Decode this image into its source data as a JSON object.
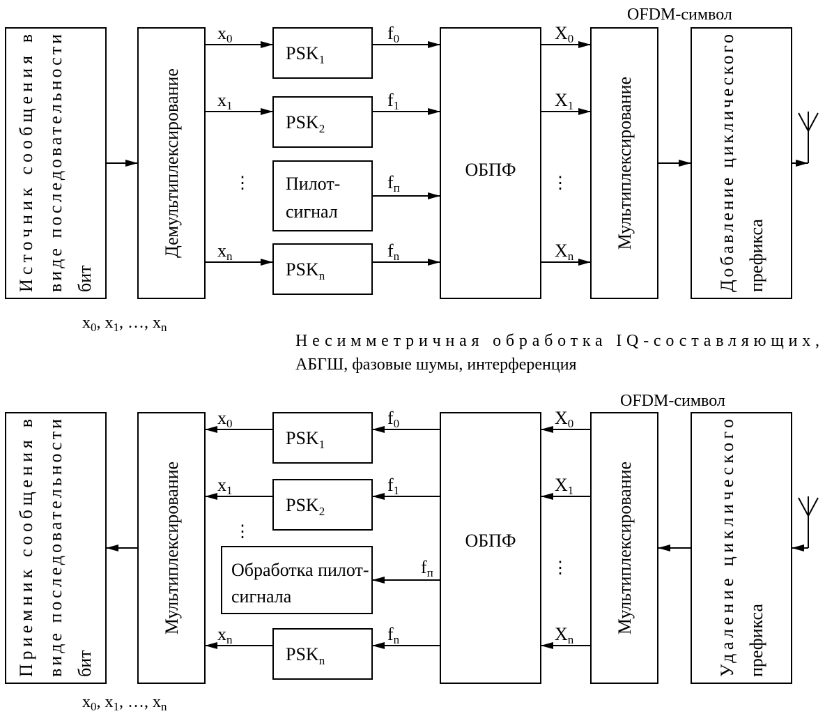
{
  "transmitter": {
    "source_lines": [
      "Источник сообщения в",
      "виде последовательности",
      "бит"
    ],
    "demux": "Демультиплексирование",
    "pilot_lines": [
      "Пилот-",
      "сигнал"
    ],
    "ifft": "ОБПФ",
    "mux": "Мультиплексирование",
    "cp_lines": [
      "Добавление циклического",
      "префикса"
    ],
    "symbol_label": "OFDM-символ",
    "bits_label": {
      "x": "x",
      "s0": "0",
      "s1": "1",
      "sn": "n",
      "sep": ", ",
      "ell": "…"
    }
  },
  "channel": {
    "line1": "Несимметричная обработка IQ-составляющих,",
    "line2": "АБГШ, фазовые шумы, интерференция"
  },
  "receiver": {
    "sink_lines": [
      "Приемник сообщения в",
      "виде последовательности",
      "бит"
    ],
    "mux": "Мультиплексирование",
    "pilot_lines": [
      "Обработка пилот-",
      "сигнала"
    ],
    "fft": "ОБПФ",
    "demux": "Мультиплексирование",
    "cp_lines": [
      "Удаление циклического",
      "префикса"
    ],
    "symbol_label": "OFDM-символ",
    "bits_label": {
      "x": "x",
      "s0": "0",
      "s1": "1",
      "sn": "n",
      "sep": ", ",
      "ell": "…"
    }
  },
  "signals": {
    "psk": "PSK",
    "psk_subs": [
      "1",
      "2",
      "n"
    ],
    "x_lower": "x",
    "x_upper": "X",
    "f": "f",
    "subs": [
      "0",
      "1",
      "n"
    ],
    "pilot_sub": "п",
    "ellipsis": "⋮"
  }
}
